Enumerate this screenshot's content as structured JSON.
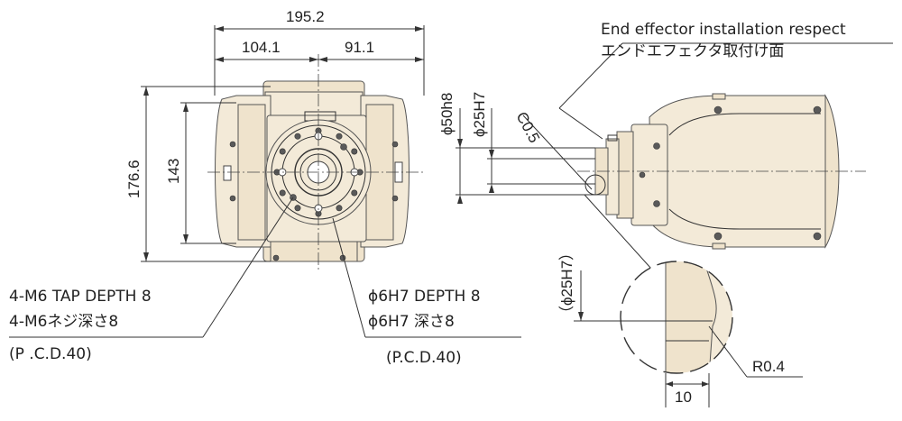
{
  "diagram": {
    "dimensions": {
      "overall_width": "195.2",
      "left_width": "104.1",
      "right_width": "91.1",
      "overall_height": "176.6",
      "inner_height": "143",
      "shaft_dia": "ϕ50h8",
      "bore_dia": "ϕ25H7",
      "chamfer": "C0.5",
      "detail_bore": "（ϕ25H7）",
      "radius": "R0.4",
      "detail_depth": "10"
    },
    "callouts": {
      "tap_en": "4-M6 TAP DEPTH 8",
      "tap_jp": "4-M6ネジ深さ8",
      "tap_pcd": "(P   .C.D.40)",
      "pin_en": "ϕ6H7 DEPTH 8",
      "pin_jp": "ϕ6H7 深さ8",
      "pin_pcd": "(P.C.D.40)",
      "end_effector_en": "End effector installation respect",
      "end_effector_jp": "エンドエフェクタ取付け面"
    }
  }
}
